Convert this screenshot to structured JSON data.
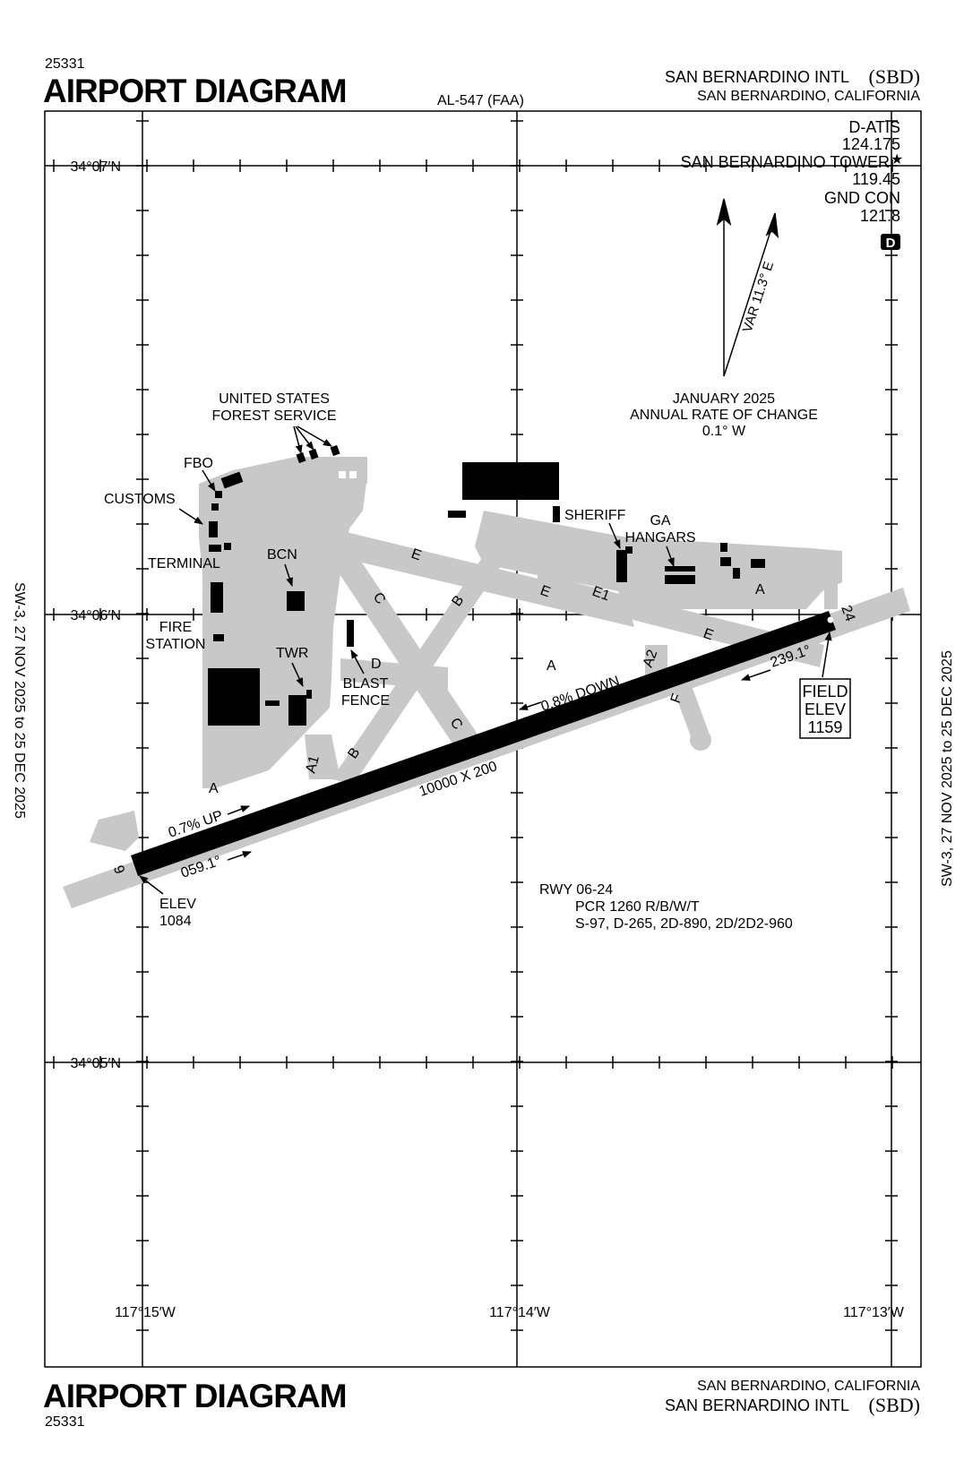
{
  "header": {
    "chart_number": "25331",
    "title": "AIRPORT DIAGRAM",
    "al_number": "AL-547 (FAA)",
    "airport_name": "SAN BERNARDINO INTL",
    "airport_id": "(SBD)",
    "city_state": "SAN BERNARDINO, CALIFORNIA"
  },
  "footer": {
    "chart_number": "25331",
    "title": "AIRPORT DIAGRAM",
    "city_state": "SAN BERNARDINO, CALIFORNIA",
    "airport_name": "SAN BERNARDINO INTL",
    "airport_id": "(SBD)"
  },
  "side_labels": {
    "left": "SW-3,  27 NOV 2025  to  25 DEC 2025",
    "right": "SW-3,  27 NOV 2025  to  25 DEC 2025"
  },
  "frequencies": {
    "datis_label": "D-ATIS",
    "datis_freq": "124.175",
    "tower_label": "SAN BERNARDINO TOWER",
    "tower_star": "★",
    "tower_freq": "119.45",
    "gnd_label": "GND CON",
    "gnd_freq": "121.8",
    "d_badge": "D"
  },
  "magnetic": {
    "variation": "VAR 11.3° E",
    "date": "JANUARY 2025",
    "rate_label": "ANNUAL RATE OF CHANGE",
    "rate_value": "0.1° W"
  },
  "grid_labels": {
    "lat_top": "34°07′N",
    "lat_mid": "34°06′N",
    "lat_bot": "34°05′N",
    "lon_left": "117°15′W",
    "lon_mid": "117°14′W",
    "lon_right": "117°13′W"
  },
  "runway": {
    "end_6": "6",
    "end_24": "24",
    "heading_6": "059.1°",
    "heading_24": "239.1°",
    "dimensions": "10000 X 200",
    "grade_up": "0.7% UP",
    "grade_down": "0.8% DOWN",
    "elev_label": "ELEV",
    "elev_6": "1084",
    "field_elev_1": "FIELD",
    "field_elev_2": "ELEV",
    "field_elev_value": "1159"
  },
  "runway_info": {
    "name": "RWY 06-24",
    "pcr": "PCR 1260 R/B/W/T",
    "strength": "S-97, D-265, 2D-890, 2D/2D2-960"
  },
  "taxiways": {
    "a1": "A",
    "a2": "A",
    "a3": "A",
    "a_1": "A1",
    "a_2": "A2",
    "b1": "B",
    "b2": "B",
    "c1": "C",
    "c2": "C",
    "d": "D",
    "e1": "E",
    "e2": "E",
    "e3": "E",
    "e_1": "E1",
    "f": "F"
  },
  "facilities": {
    "usfs_1": "UNITED STATES",
    "usfs_2": "FOREST SERVICE",
    "fbo": "FBO",
    "customs": "CUSTOMS",
    "terminal": "TERMINAL",
    "bcn": "BCN",
    "fire_1": "FIRE",
    "fire_2": "STATION",
    "twr": "TWR",
    "blast_1": "BLAST",
    "blast_2": "FENCE",
    "sheriff": "SHERIFF",
    "ga_1": "GA",
    "ga_2": "HANGARS"
  }
}
